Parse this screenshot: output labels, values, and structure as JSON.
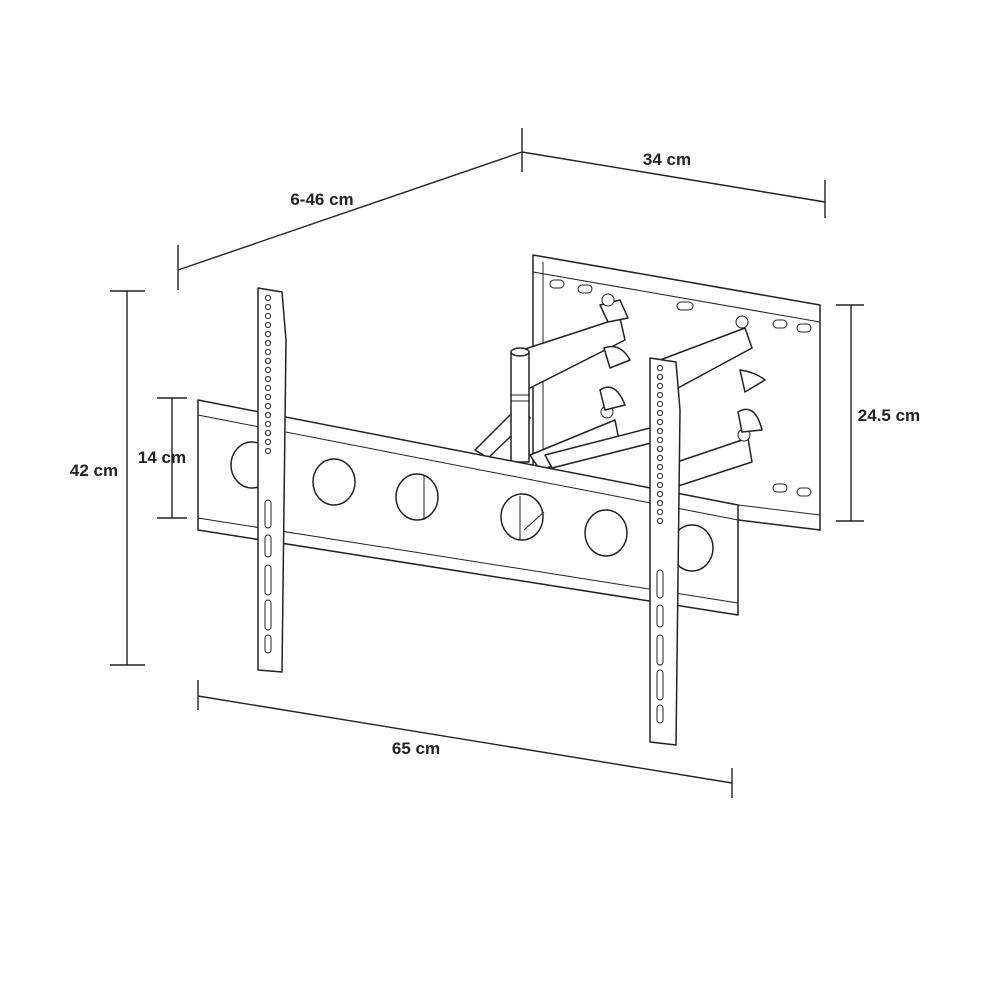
{
  "diagram": {
    "subject": "Full-motion TV wall mount bracket",
    "dimensions": {
      "extension": "6-46 cm",
      "wall_plate_width": "34 cm",
      "wall_plate_height": "24.5 cm",
      "overall_height": "42 cm",
      "crossbar_height": "14 cm",
      "overall_width": "65 cm"
    },
    "colors": {
      "line": "#222222",
      "background": "#ffffff"
    }
  }
}
